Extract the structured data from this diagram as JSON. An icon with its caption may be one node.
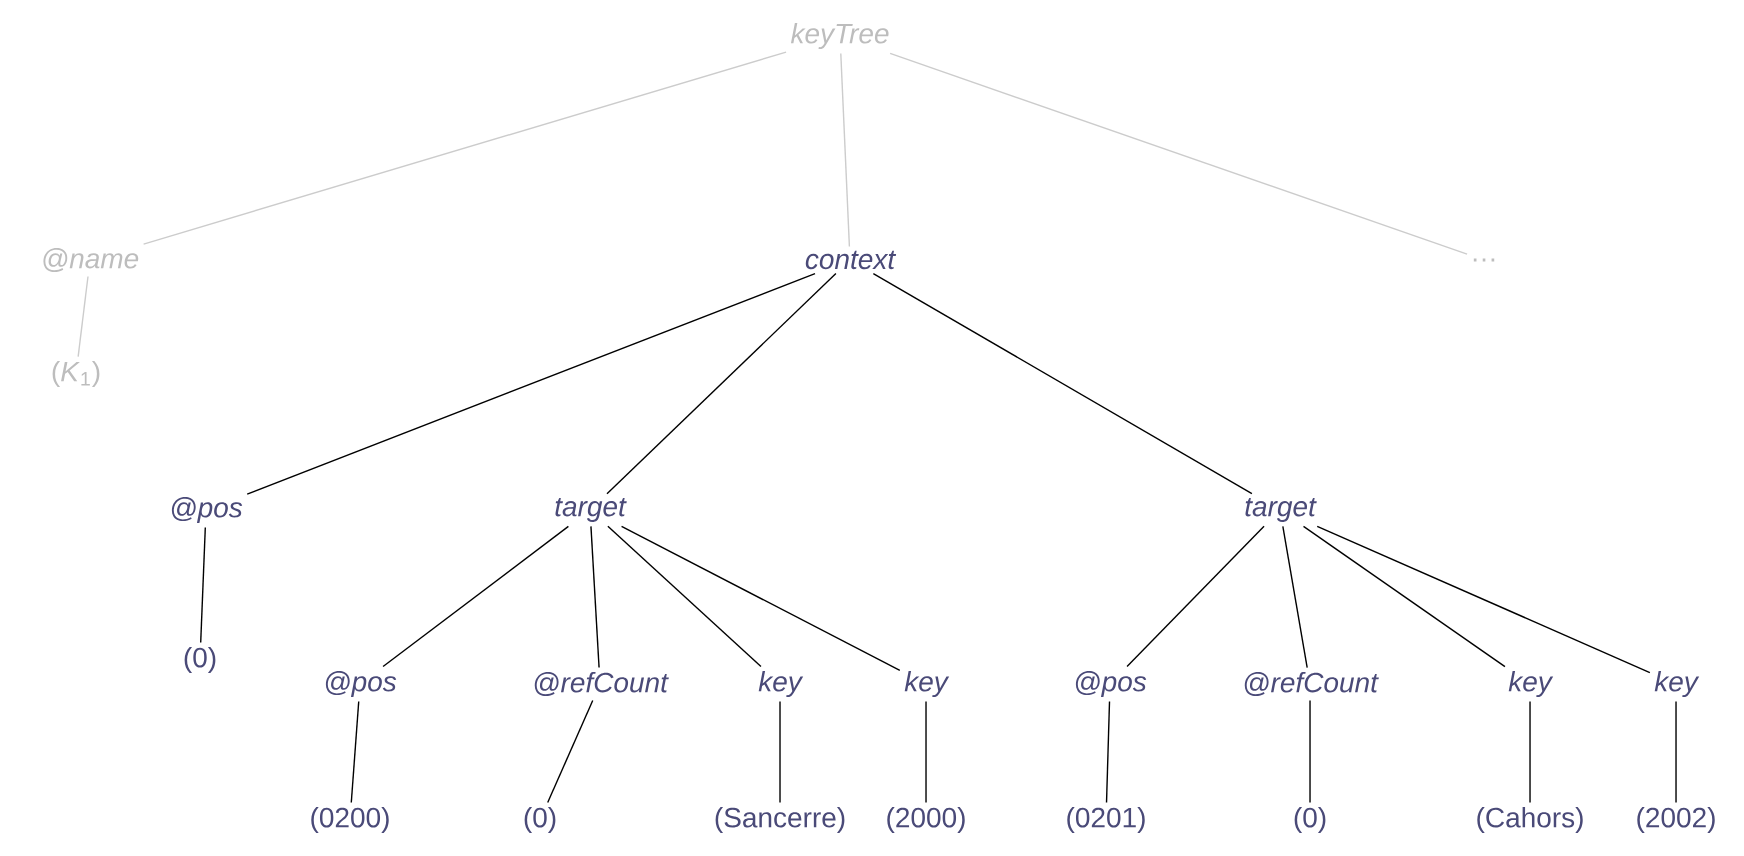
{
  "diagram": {
    "nodes": [
      {
        "text": [
          "keyTree"
        ]
      },
      {
        "text": [
          "@name"
        ]
      },
      {
        "text": [
          "context"
        ]
      },
      {
        "text": [
          "…"
        ]
      },
      {
        "text": [
          "(*K*$_{1}$)"
        ]
      },
      {
        "text": [
          "@pos"
        ]
      },
      {
        "text": [
          "target"
        ]
      },
      {
        "text": [
          "target"
        ]
      },
      {
        "text": [
          "(0)"
        ]
      },
      {
        "text": [
          "@pos"
        ]
      },
      {
        "text": [
          "@refCount"
        ]
      },
      {
        "text": [
          "key"
        ]
      },
      {
        "text": [
          "key"
        ]
      },
      {
        "text": [
          "@pos"
        ]
      },
      {
        "text": [
          "@refCount"
        ]
      },
      {
        "text": [
          "key"
        ]
      },
      {
        "text": [
          "key"
        ]
      },
      {
        "text": [
          "(0200)"
        ]
      },
      {
        "text": [
          "(0)"
        ]
      },
      {
        "text": [
          "(Sancerre)"
        ]
      },
      {
        "text": [
          "(2000)"
        ]
      },
      {
        "text": [
          "(0201)"
        ]
      },
      {
        "text": [
          "(0)"
        ]
      },
      {
        "text": [
          "(Cahors)"
        ]
      },
      {
        "text": [
          "(2002)"
        ]
      }
    ],
    "edges": [
      {
        "from": 0,
        "to": 1,
        "arrow": "none",
        "color": "#cccccc"
      },
      {
        "from": 0,
        "to": 2,
        "arrow": "none",
        "color": "#cccccc"
      },
      {
        "from": 0,
        "to": 3,
        "arrow": "none",
        "color": "#cccccc"
      },
      {
        "from": 1,
        "to": 4,
        "arrow": "none",
        "color": "#cccccc"
      },
      {
        "from": 2,
        "to": 5,
        "arrow": "none"
      },
      {
        "from": 2,
        "to": 6,
        "arrow": "none"
      },
      {
        "from": 2,
        "to": 7,
        "arrow": "none"
      },
      {
        "from": 5,
        "to": 8,
        "arrow": "none"
      },
      {
        "from": 6,
        "to": 9,
        "arrow": "none"
      },
      {
        "from": 6,
        "to": 10,
        "arrow": "none"
      },
      {
        "from": 6,
        "to": 11,
        "arrow": "none"
      },
      {
        "from": 6,
        "to": 12,
        "arrow": "none"
      },
      {
        "from": 7,
        "to": 13,
        "arrow": "none"
      },
      {
        "from": 7,
        "to": 14,
        "arrow": "none"
      },
      {
        "from": 7,
        "to": 15,
        "arrow": "none"
      },
      {
        "from": 7,
        "to": 16,
        "arrow": "none"
      },
      {
        "from": 9,
        "to": 17,
        "arrow": "none"
      },
      {
        "from": 10,
        "to": 18,
        "arrow": "none"
      },
      {
        "from": 11,
        "to": 19,
        "arrow": "none"
      },
      {
        "from": 12,
        "to": 20,
        "arrow": "none"
      },
      {
        "from": 13,
        "to": 21,
        "arrow": "none"
      },
      {
        "from": 14,
        "to": 22,
        "arrow": "none"
      },
      {
        "from": 15,
        "to": 23,
        "arrow": "none"
      },
      {
        "from": 16,
        "to": 24,
        "arrow": "none"
      }
    ]
  }
}
